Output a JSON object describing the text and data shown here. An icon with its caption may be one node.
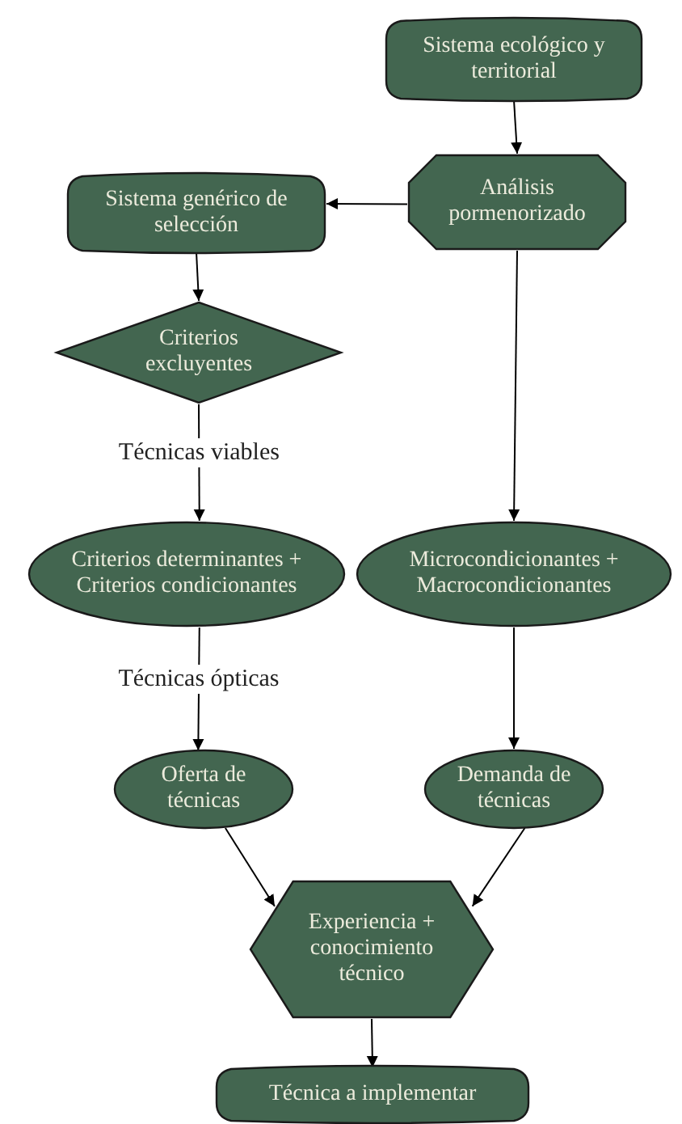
{
  "diagram": {
    "nodes": [
      {
        "text": [
          "Sistema ecológico y territorial"
        ]
      },
      {
        "text": [
          "Análisis pormenorizado"
        ]
      },
      {
        "text": [
          "Sistema genérico de selección"
        ]
      },
      {
        "text": [
          "Criterios excluyentes"
        ]
      },
      {
        "text": [
          "Criterios determinantes + Criterios condicionantes"
        ]
      },
      {
        "text": [
          "Microcondicionantes + Macrocondicionantes"
        ]
      },
      {
        "text": [
          "Oferta de técnicas"
        ]
      },
      {
        "text": [
          "Demanda de técnicas"
        ]
      },
      {
        "text": [
          "Experiencia + conocimiento técnico"
        ]
      },
      {
        "text": [
          "Técnica a implementar"
        ]
      }
    ],
    "edges": [
      {
        "from": 0,
        "to": 1,
        "arrow": "to"
      },
      {
        "from": 1,
        "to": 2,
        "arrow": "to"
      },
      {
        "from": 2,
        "to": 3,
        "arrow": "to"
      },
      {
        "from": 3,
        "to": 4,
        "arrow": "to",
        "label": "Técnicas viables"
      },
      {
        "from": 1,
        "to": 5,
        "arrow": "to"
      },
      {
        "from": 4,
        "to": 6,
        "arrow": "to",
        "label": "Técnicas ópticas"
      },
      {
        "from": 5,
        "to": 7,
        "arrow": "to"
      },
      {
        "from": 6,
        "to": 8,
        "arrow": "to"
      },
      {
        "from": 7,
        "to": 8,
        "arrow": "to"
      },
      {
        "from": 8,
        "to": 9,
        "arrow": "to"
      }
    ]
  }
}
